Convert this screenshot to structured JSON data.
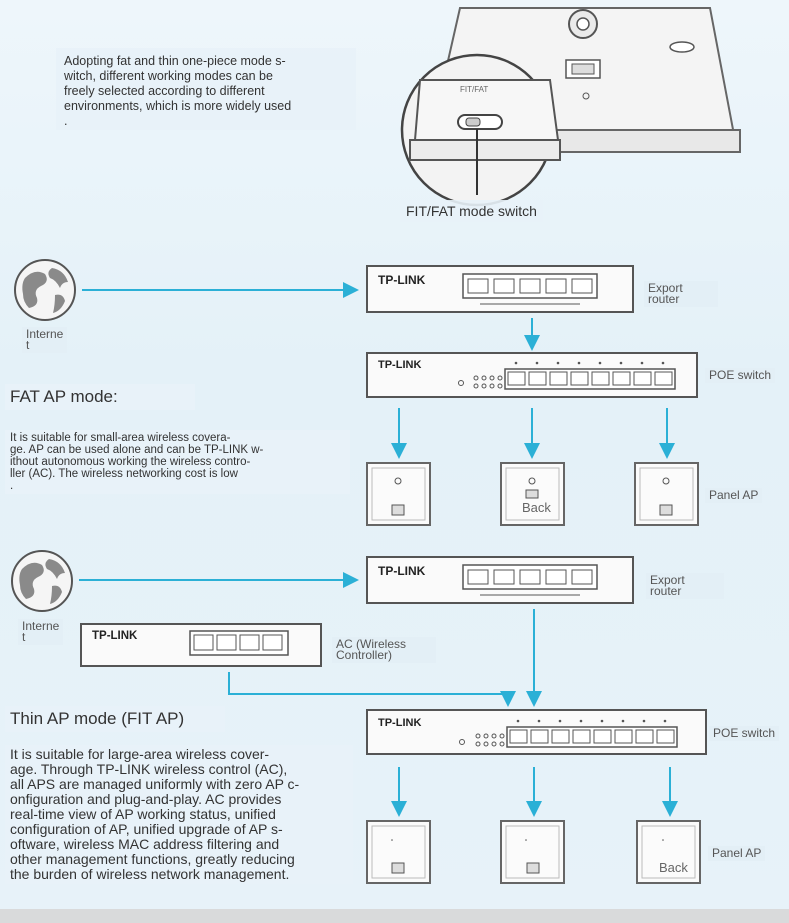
{
  "intro_text": "Adopting fat and thin one-piece mode s-\nwitch, different working modes can be\nfreely selected according to different\nenvironments, which is more widely used\n.",
  "device": {
    "switch_label": "FIT/FAT",
    "caption": "FIT/FAT mode switch"
  },
  "brand": "TP-LINK",
  "fat": {
    "title": "FAT AP mode:",
    "desc": "It is suitable for small-area wireless covera-\nge. AP can be used alone and can be TP-LINK w-\nithout autonomous working the wireless contro-\nller (AC). The wireless networking cost is low\n.",
    "internet_label": "Interne\nt",
    "router_label": "Export\nrouter",
    "poe_label": "POE switch",
    "panel_label": "Panel AP",
    "back_label": "Back"
  },
  "thin": {
    "title": "Thin AP mode (FIT AP)",
    "desc": "It is suitable for large-area wireless cover-\nage. Through TP-LINK wireless control (AC),\nall APS are managed uniformly with zero AP c-\nonfiguration and plug-and-play. AC provides\nreal-time view of AP working status, unified\nconfiguration of AP, unified upgrade of AP s-\noftware, wireless MAC address filtering and\nother management functions, greatly reducing\nthe burden of wireless network management.",
    "internet_label": "Interne\nt",
    "router_label": "Export\nrouter",
    "ac_label": "AC (Wireless\nController)",
    "poe_label": "POE switch",
    "panel_label": "Panel AP",
    "back_label": "Back"
  },
  "colors": {
    "arrow": "#2bb0d6",
    "device_stroke": "#555555",
    "text": "#333333"
  }
}
